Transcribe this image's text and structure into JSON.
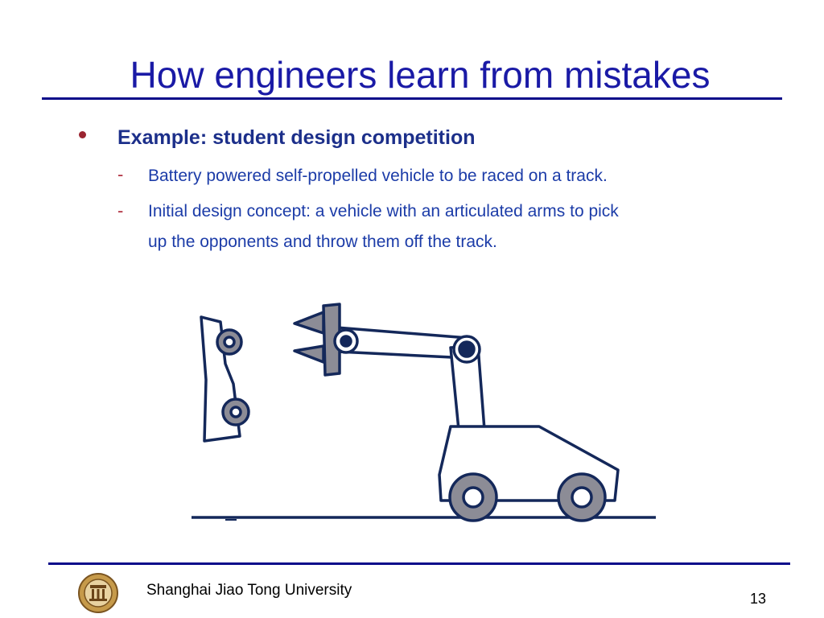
{
  "slide": {
    "title": "How engineers learn from mistakes",
    "bullet": "Example: student design competition",
    "subbullets": [
      "Battery powered self-propelled vehicle to be raced on a track.",
      [
        "Initial design concept: a vehicle with an articulated arms to pick",
        "up the opponents and throw them off the track."
      ]
    ],
    "sub_marker": "-"
  },
  "footer": {
    "institution": "Shanghai Jiao Tong University",
    "page_number": "13"
  },
  "colors": {
    "title": "#1a1aa6",
    "rule": "#0a0a8a",
    "bullet_text": "#1c2f8a",
    "sub_text": "#1c3ca8",
    "figure_stroke": "#14285a",
    "figure_fill_gray": "#8c8c96"
  },
  "icons": {
    "bullet": "red-dot-bullet",
    "logo": "university-seal-icon"
  }
}
